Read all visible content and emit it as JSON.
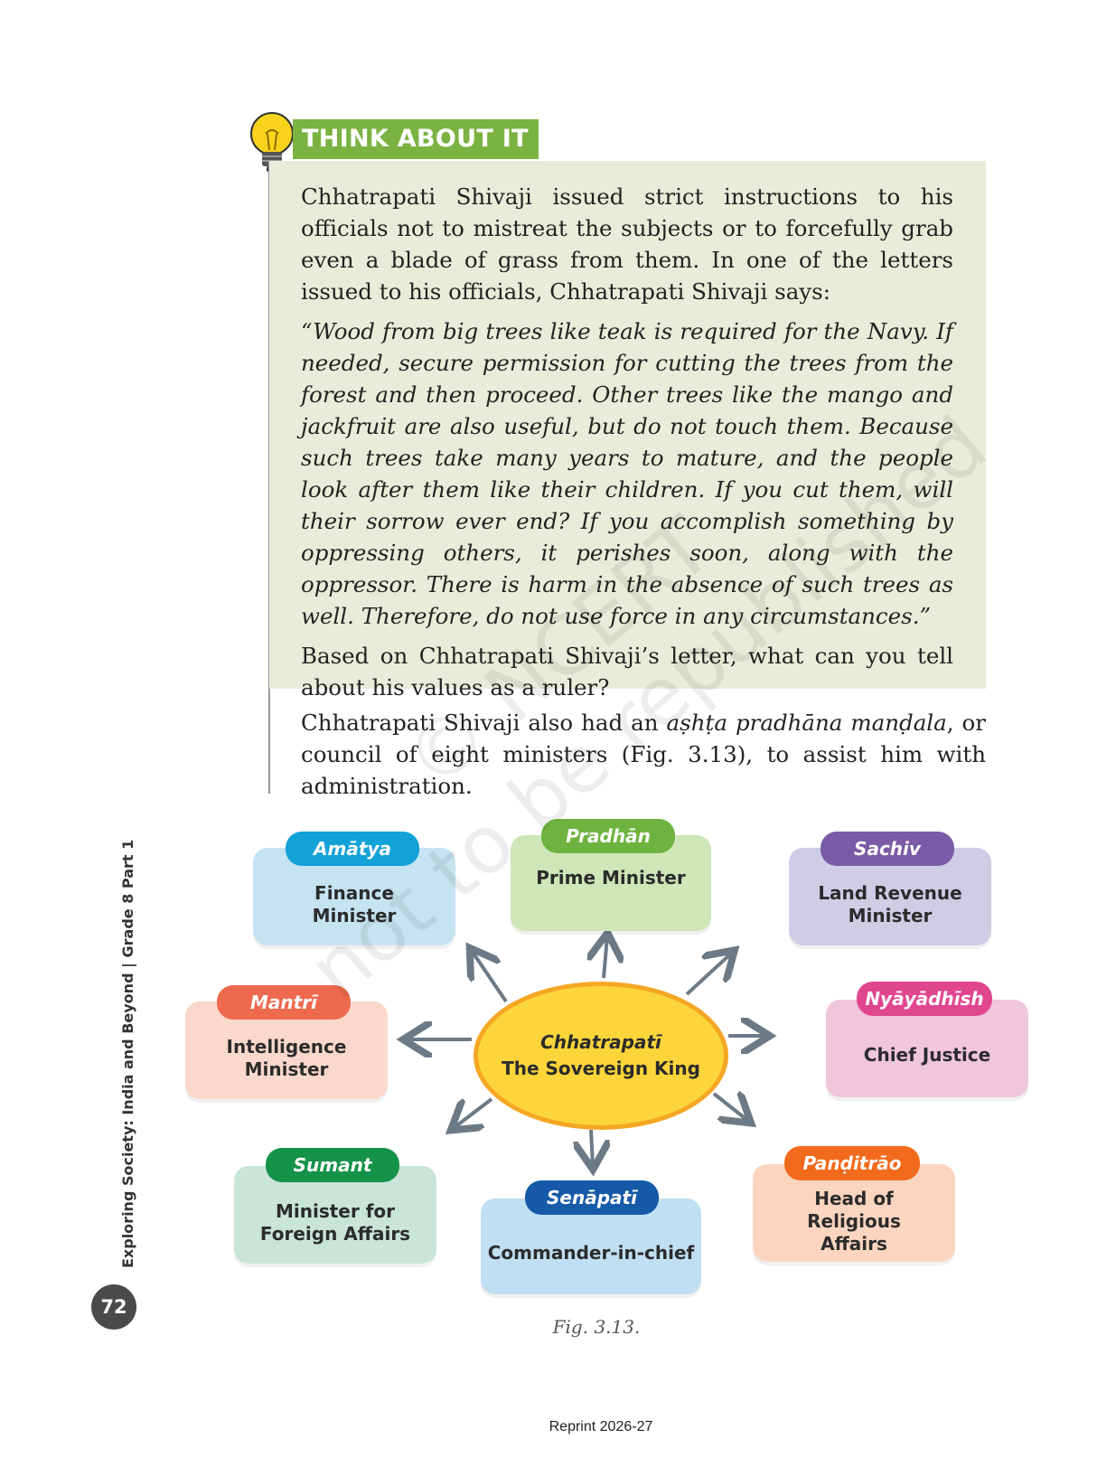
{
  "think_about_it": {
    "title": "THINK ABOUT IT",
    "intro": "Chhatrapati Shivaji issued strict instructions to his officials not to mistreat the subjects or to forcefully grab even a blade of grass from them. In one of the letters issued to his officials, Chhatrapati Shivaji says:",
    "quote": "“Wood from big trees like teak is required for the Navy. If needed, secure permission for cutting the trees from the forest and then proceed. Other trees like the mango and jackfruit are also useful, but do not touch them. Because such trees take many years to mature, and the people look after them like their children. If you cut them, will their sorrow ever end? If you accomplish something by oppressing others, it perishes soon, along with the oppressor. There is harm in the absence of such trees as well. Therefore, do not use force in any circumstances.”",
    "question": "Based on Chhatrapati Shivaji’s letter, what can you tell about his values as a ruler?"
  },
  "body": {
    "part1": "Chhatrapati Shivaji also had an ",
    "term": "aṣhṭa pradhāna manḍala",
    "part2": ", or council of eight ministers (Fig. 3.13), to assist him with administration."
  },
  "diagram": {
    "center_title": "Chhatrapatī",
    "center_subtitle": "The Sovereign King",
    "ministers": [
      {
        "title": "Amātya",
        "role": "Finance Minister",
        "pill_color": "#12a2d8",
        "card_color": "#c6e3f2"
      },
      {
        "title": "Pradhān",
        "role": "Prime Minister",
        "pill_color": "#6eb33f",
        "card_color": "#cfe6b8"
      },
      {
        "title": "Sachiv",
        "role": "Land Revenue Minister",
        "pill_color": "#7b5aa6",
        "card_color": "#cfcce6"
      },
      {
        "title": "Mantrī",
        "role": "Intelligence Minister",
        "pill_color": "#ee6a4e",
        "card_color": "#fbd8cc"
      },
      {
        "title": "Nyāyādhīsh",
        "role": "Chief Justice",
        "pill_color": "#e0468f",
        "card_color": "#f0c6da"
      },
      {
        "title": "Sumant",
        "role": "Minister for Foreign Affairs",
        "pill_color": "#15924a",
        "card_color": "#c9e5d8"
      },
      {
        "title": "Senāpatī",
        "role": "Commander-in-chief",
        "pill_color": "#1659a8",
        "card_color": "#c1dff2"
      },
      {
        "title": "Panḍitrāo",
        "role": "Head of Religious Affairs",
        "pill_color": "#f26a1b",
        "card_color": "#fcd5c0"
      }
    ],
    "caption": "Fig. 3.13."
  },
  "footer": {
    "series": "Exploring Society: India and Beyond | Grade 8 Part 1",
    "page_number": "72",
    "reprint": "Reprint 2026-27"
  },
  "watermark": {
    "line1": "© NCERT",
    "line2": "not to be republished"
  }
}
